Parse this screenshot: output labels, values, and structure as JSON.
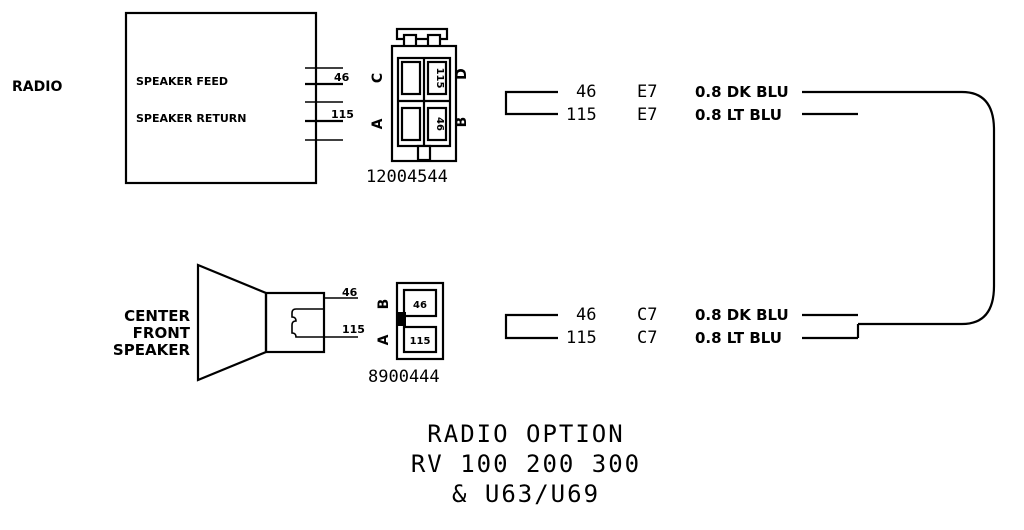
{
  "radio": {
    "label": "RADIO",
    "pin_speaker_feed": "SPEAKER FEED",
    "pin_speaker_return": "SPEAKER RETURN",
    "wire_feed": "46",
    "wire_return": "115"
  },
  "connector_top": {
    "part_number": "12004544",
    "cavity_c": "C",
    "cavity_d": "D",
    "cavity_a": "A",
    "cavity_b": "B",
    "cell_115": "115",
    "cell_46": "46"
  },
  "connector_bottom": {
    "part_number": "8900444",
    "cavity_b": "B",
    "cavity_a": "A",
    "cell_46": "46",
    "cell_115": "115"
  },
  "speaker": {
    "label_line1": "CENTER",
    "label_line2": "FRONT",
    "label_line3": "SPEAKER",
    "wire_feed": "46",
    "wire_return": "115"
  },
  "wires_top": [
    {
      "circuit": "46",
      "location": "E7",
      "size_color": "0.8 DK BLU"
    },
    {
      "circuit": "115",
      "location": "E7",
      "size_color": "0.8 LT BLU"
    }
  ],
  "wires_bottom": [
    {
      "circuit": "46",
      "location": "C7",
      "size_color": "0.8 DK BLU"
    },
    {
      "circuit": "115",
      "location": "C7",
      "size_color": "0.8 LT BLU"
    }
  ],
  "caption": {
    "line1": "RADIO OPTION",
    "line2": "RV 100 200 300",
    "line3": "& U63/U69"
  }
}
